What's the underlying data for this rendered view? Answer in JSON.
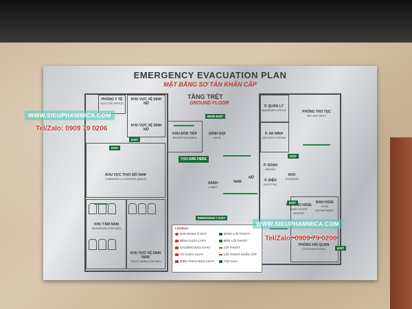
{
  "sign": {
    "title": "EMERGENCY EVACUATION PLAN",
    "subtitle": "MẶT BẰNG SƠ TÁN KHẨN CẤP",
    "floor_vi": "TẦNG TRỆT",
    "floor_en": "GROUND FLOOR"
  },
  "rooms": {
    "doctor": "PHÒNG Y TẾ",
    "doctor_en": "DOCTOR OFFICE",
    "toilet_women": "KHU VỰC VỆ SINH NỮ",
    "toilet_women2": "KHU VỰC VỆ SINH NỮ",
    "locker_male": "KHU VỰC THAY ĐỒ NAM",
    "locker_male_en": "CHANGING & LOCKERS (MALE)",
    "bath_men": "KHU TẮM NAM",
    "bath_men_en": "BATHROOM FOR MEN",
    "toilet_men": "KHU VỰC VỆ SINH NAM",
    "toilet_men_en": "TOILET AREA FOR MEN",
    "reception": "KHU ĐÓN TIẾP",
    "reception_en": "RECEPTION AREA",
    "atrium": "SẢNH ĐỢI",
    "atrium_en": "ANTE",
    "lobby": "SẢNH",
    "lobby_en": "LOBBY",
    "manager": "P. QUẢN LÝ",
    "manager_en": "MANAGER OFFICE",
    "billing": "PHÒNG THỦ TỤC",
    "billing_en": "BILLING DEST",
    "security": "P. AN NINH",
    "security_en": "SECURITY ROOM",
    "pantry": "P. SOẠN",
    "pantry_en": "PANTRY",
    "electric": "P. ĐIỆN",
    "electric_en": "ELECTRIC",
    "storage": "KHO",
    "storage_en": "STORAGE",
    "nam_wc": "NAM",
    "nu_wc": "NỮ",
    "hsse_store": "THỦ KHO HSSE",
    "hsse_store_en": "HSSE STORE KEEPER",
    "hsse": "BAN HSSE",
    "hsse_en": "HSSE DEPARTMENT",
    "customs": "PHÒNG HẢI QUAN",
    "customs_en": "CUSTOMS ROOM"
  },
  "signs": {
    "exit": "EXIT",
    "main_exit": "MAIN EXIT",
    "emergency_exit": "EMERGENCY EXIT",
    "you_are_here": "YOU ARE HERE"
  },
  "legend": {
    "title": "LEGEND:",
    "items": [
      "BẠN ĐANG Ở ĐÂY",
      "BÌNH CHỮA CHÁY",
      "CHUÔNG BÁO CHÁY",
      "TỦ CHỮA CHÁY",
      "ĐIỆN THOẠI BÁO CHÁY",
      "BẢNG LỐI THOÁT",
      "ĐÈN LỐI THOÁT",
      "LỐI THOÁT",
      "LỐI THOÁT KHẨN CẤP",
      "TẬP CHU"
    ]
  },
  "watermark": {
    "site_left": "WWW.SIEUPHAMMICA.COM",
    "phone_left": "Tel/Zalo: 0909 79 0206",
    "site_right": "WWW.SIEUPHAMMICA.COM",
    "phone_right": "Tel/Zalo: 0909 79 0206"
  },
  "colors": {
    "exit_green": "#1e6b3a",
    "subtitle_red": "#c0392b",
    "watermark_teal": "#50c8be"
  }
}
